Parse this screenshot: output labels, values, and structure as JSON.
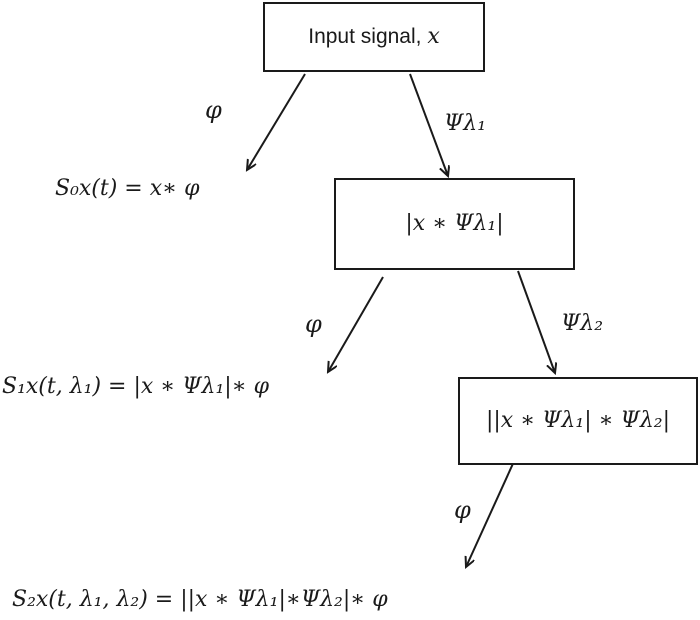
{
  "nodes": {
    "input": {
      "prefix": "Input signal, ",
      "var": "x"
    },
    "first_modulus": "|x ∗ Ψλ₁|",
    "second_modulus": "||x ∗ Ψλ₁| ∗ Ψλ₂|"
  },
  "edge_labels": {
    "phi_0": "φ",
    "psi_1": "Ψλ₁",
    "phi_1": "φ",
    "psi_2": "Ψλ₂",
    "phi_2": "φ"
  },
  "outputs": {
    "s0": "S₀x(t)  = x∗ φ",
    "s1": "S₁x(t, λ₁)  = |x ∗ Ψλ₁|∗ φ",
    "s2": "S₂x(t, λ₁, λ₂)  = ||x ∗ Ψλ₁|∗Ψλ₂|∗ φ"
  },
  "colors": {
    "ink": "#1a1a1a",
    "background": "#ffffff"
  }
}
